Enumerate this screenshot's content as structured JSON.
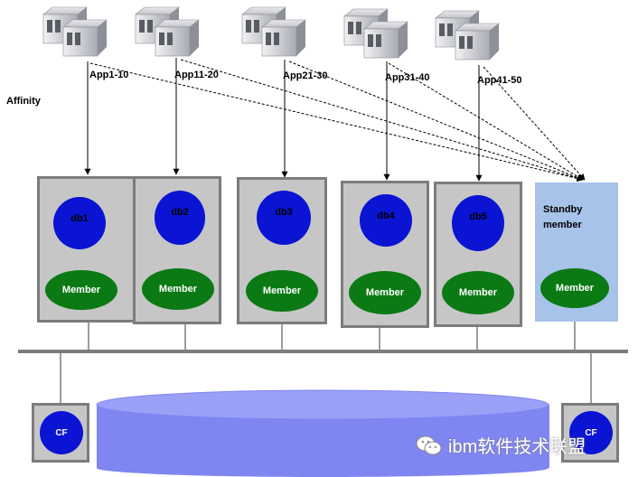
{
  "affinity_label": "Affinity",
  "app_groups": [
    {
      "label": "App1-10",
      "icon": "server-stack-icon"
    },
    {
      "label": "App11-20",
      "icon": "server-stack-icon"
    },
    {
      "label": "App21-30",
      "icon": "server-stack-icon"
    },
    {
      "label": "App31-40",
      "icon": "server-stack-icon"
    },
    {
      "label": "App41-50",
      "icon": "server-stack-icon"
    }
  ],
  "members": [
    {
      "db": "db1",
      "member": "Member"
    },
    {
      "db": "db2",
      "member": "Member"
    },
    {
      "db": "db3",
      "member": "Member"
    },
    {
      "db": "db4",
      "member": "Member"
    },
    {
      "db": "db5",
      "member": "Member"
    }
  ],
  "standby": {
    "line1": "Standby",
    "line2": "member",
    "member": "Member"
  },
  "cf_nodes": [
    {
      "label": "CF"
    },
    {
      "label": "CF"
    }
  ],
  "watermark": "ibm软件技术联盟",
  "colors": {
    "box_fill": "#c6c6c6",
    "box_border": "#7c7c7c",
    "db_blue": "#0a14d2",
    "member_green": "#0b7a14",
    "standby_fill": "#a8c3ea",
    "storage_fill": "#7f86f2",
    "bus": "#7c7c7c"
  }
}
